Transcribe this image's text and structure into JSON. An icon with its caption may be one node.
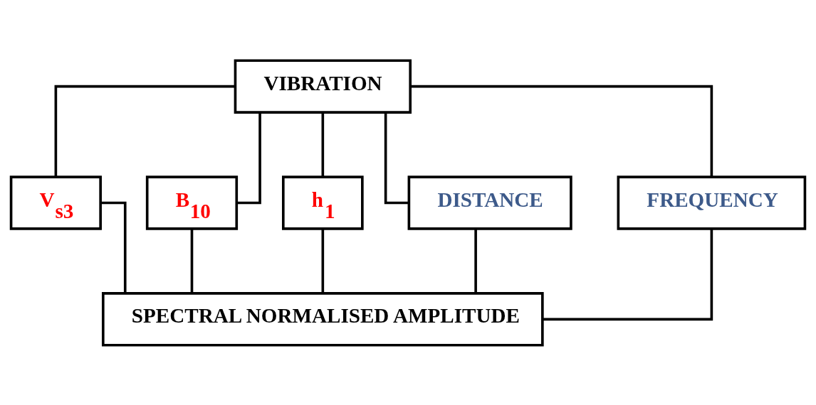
{
  "diagram": {
    "nodes": [
      {
        "text": [
          "VIBRATION"
        ]
      },
      {
        "text": [
          "V$_{s3}$"
        ]
      },
      {
        "text": [
          "B$_{10}$"
        ]
      },
      {
        "text": [
          "h$_{1}$"
        ]
      },
      {
        "text": [
          "DISTANCE"
        ]
      },
      {
        "text": [
          "FREQUENCY"
        ]
      },
      {
        "text": [
          "SPECTRAL NORMALISED AMPLITUDE"
        ]
      }
    ],
    "edges": [
      {
        "from": 0,
        "to": 1,
        "arrow": "none"
      },
      {
        "from": 0,
        "to": 2,
        "arrow": "none"
      },
      {
        "from": 0,
        "to": 3,
        "arrow": "none"
      },
      {
        "from": 0,
        "to": 4,
        "arrow": "none"
      },
      {
        "from": 0,
        "to": 5,
        "arrow": "none"
      },
      {
        "from": 1,
        "to": 6,
        "arrow": "none"
      },
      {
        "from": 2,
        "to": 6,
        "arrow": "none"
      },
      {
        "from": 3,
        "to": 6,
        "arrow": "none"
      },
      {
        "from": 4,
        "to": 6,
        "arrow": "none"
      },
      {
        "from": 5,
        "to": 6,
        "arrow": "none"
      }
    ]
  }
}
